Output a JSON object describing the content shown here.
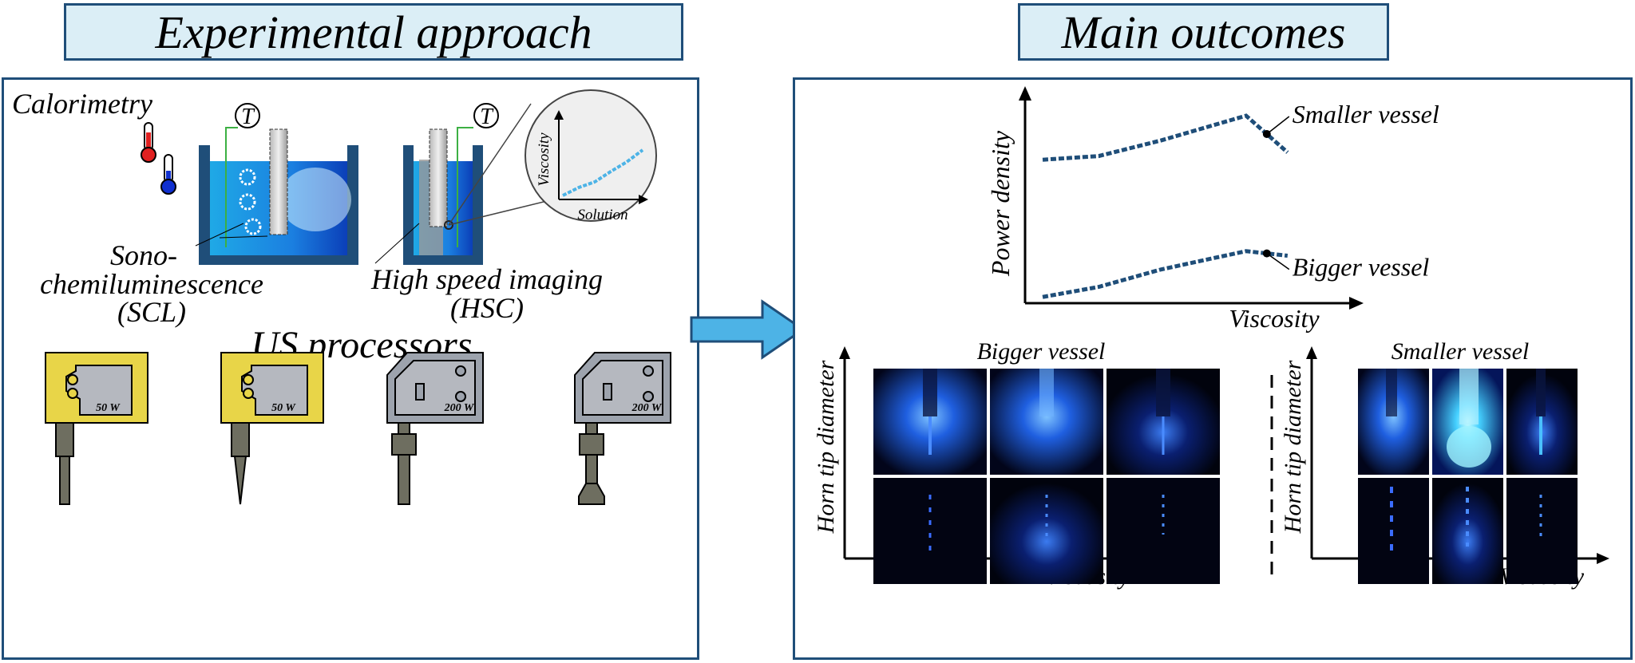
{
  "left_panel": {
    "title": "Experimental approach",
    "calorimetry": "Calorimetry",
    "thermo_symbol": "T",
    "scl_line1": "Sono-",
    "scl_line2": "chemiluminescence",
    "scl_line3": "(SCL)",
    "hsc_line1": "High speed imaging",
    "hsc_line2": "(HSC)",
    "inset_ylabel": "Viscosity",
    "inset_xlabel": "Solution",
    "processors_title": "US processors",
    "processors": [
      {
        "power": "50 W",
        "color": "#e8d548"
      },
      {
        "power": "50 W",
        "color": "#e8d548"
      },
      {
        "power": "200 W",
        "color": "#9da3ad"
      },
      {
        "power": "200 W",
        "color": "#9da3ad"
      }
    ]
  },
  "right_panel": {
    "title": "Main outcomes",
    "chart_data": {
      "type": "line",
      "ylabel": "Power density",
      "xlabel": "Viscosity",
      "series": [
        {
          "name": "Smaller vessel",
          "values": [
            0.52,
            0.56,
            0.73,
            1.0,
            0.6
          ]
        },
        {
          "name": "Bigger vessel",
          "values": [
            0.05,
            0.16,
            0.35,
            0.55,
            0.5
          ]
        }
      ],
      "x": [
        0,
        0.27,
        0.57,
        0.98,
        1.18
      ]
    },
    "bigger_vessel_label": "Bigger vessel",
    "smaller_vessel_label": "Smaller vessel",
    "grid_ylabel": "Horn tip diameter",
    "grid_xlabel": "Viscosity"
  },
  "arrow_color": "#4db3e6",
  "frame_color": "#1f4e79"
}
